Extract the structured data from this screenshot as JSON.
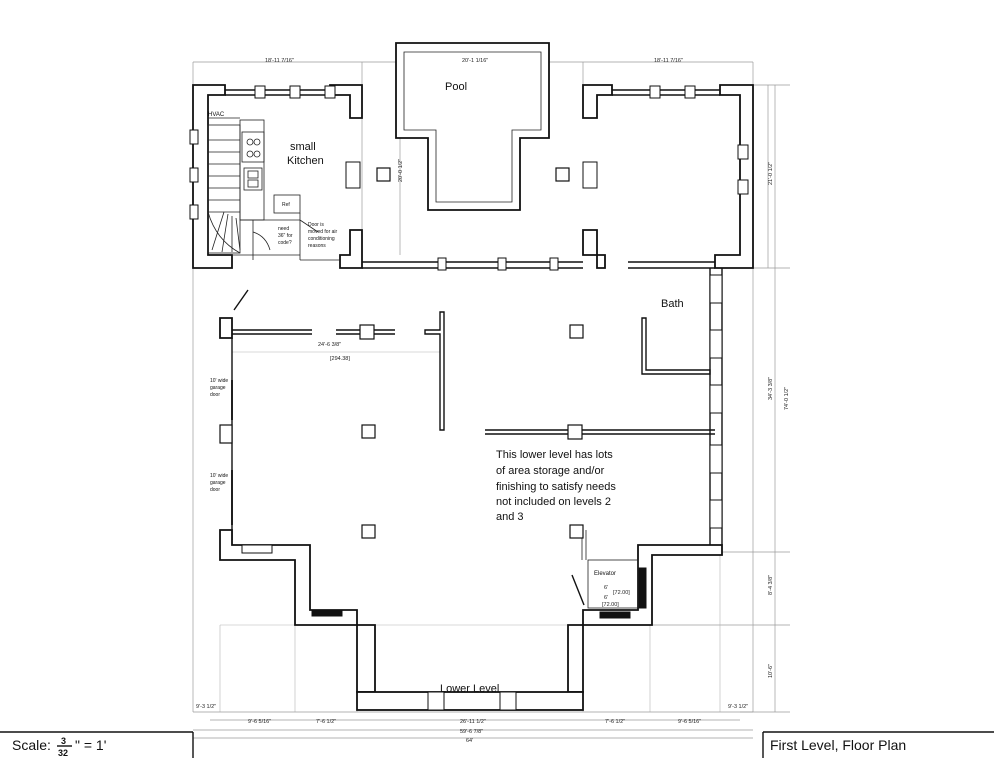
{
  "rooms": {
    "pool": "Pool",
    "kitchen_line1": "small",
    "kitchen_line2": "Kitchen",
    "hvac": "HVAC",
    "bath": "Bath",
    "elevator": "Elevator",
    "lower_level": "Lower Level",
    "refrigerator": "Ref"
  },
  "notes": {
    "need_line1": "need",
    "need_line2": "36\" for",
    "need_line3": "code?",
    "door_line1": "Door is",
    "door_line2": "moved for air",
    "door_line3": "conditioning",
    "door_line4": "reasons",
    "garage1_line1": "10' wide",
    "garage1_line2": "garage",
    "garage1_line3": "door",
    "garage2_line1": "10' wide",
    "garage2_line2": "garage",
    "garage2_line3": "door",
    "main_note": [
      "This lower level has lots",
      "of area storage and/or",
      "finishing to satisfy needs",
      "not included on levels 2",
      "and 3"
    ]
  },
  "dimensions": {
    "top_left": "18'-11 7/16\"",
    "top_mid": "20'-1 1/16\"",
    "top_right": "18'-11 7/16\"",
    "interior_span": "24'-6 3/8\"",
    "interior_bracket": "[294.38]",
    "bottom_seg1": "9'-6 5/16\"",
    "bottom_seg2": "7'-6 1/2\"",
    "bottom_seg3": "26'-11 1/2\"",
    "bottom_seg4": "7'-6 1/2\"",
    "bottom_seg5": "9'-6 5/16\"",
    "bottom_total_inner": "59'-6 7/8\"",
    "bottom_total_outer": "64'",
    "left_side": "9'-3 1/2\"",
    "right_side": "9'-3 1/2\"",
    "right_top": "21'-0 1/2\"",
    "right_mid": "34'-3 3/8\"",
    "right_overall": "74'-0 1/2\"",
    "right_low": "8'-4 3/8\"",
    "right_bottom": "10'-6\"",
    "elev_w": "[72.00]",
    "elev_h": "[72.00]",
    "elev_6a": "6'",
    "elev_6b": "6'",
    "pool_side": "20'-0 1/2\""
  },
  "footer": {
    "scale_label": "Scale:",
    "scale_num": "3",
    "scale_den": "32",
    "scale_rest": "\" = 1'",
    "sheet_title": "First Level, Floor Plan"
  }
}
